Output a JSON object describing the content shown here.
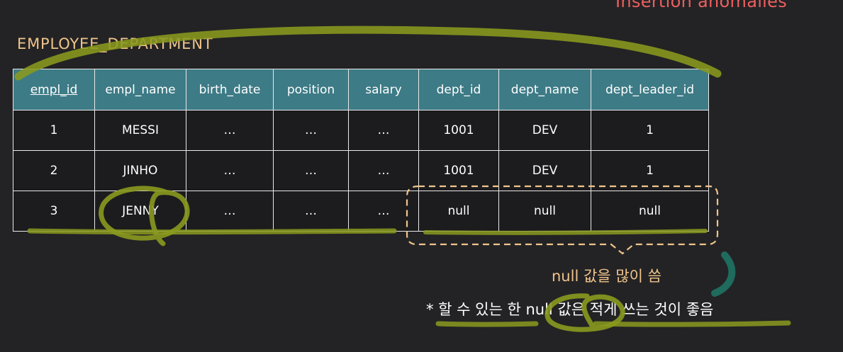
{
  "slide": {
    "top_title": "Insertion anomalies",
    "table_name": "EMPLOYEE_DEPARTMENT"
  },
  "table": {
    "headers": [
      "empl_id",
      "empl_name",
      "birth_date",
      "position",
      "salary",
      "dept_id",
      "dept_name",
      "dept_leader_id"
    ],
    "rows": [
      [
        "1",
        "MESSI",
        "…",
        "…",
        "…",
        "1001",
        "DEV",
        "1"
      ],
      [
        "2",
        "JINHO",
        "…",
        "…",
        "…",
        "1001",
        "DEV",
        "1"
      ],
      [
        "3",
        "JENNY",
        "…",
        "…",
        "…",
        "null",
        "null",
        "null"
      ]
    ]
  },
  "notes": {
    "null_note": "null 값을 많이 씀",
    "tip": "* 할 수 있는 한 null 값은 적게 쓰는 것이 좋음"
  },
  "colors": {
    "background": "#232325",
    "header_fill": "#3d7b86",
    "title_red": "#ee5f5f",
    "accent_orange": "#f0c48b",
    "highlighter_green": "#8a9a1e",
    "teal_mark": "#1f6b5e"
  }
}
